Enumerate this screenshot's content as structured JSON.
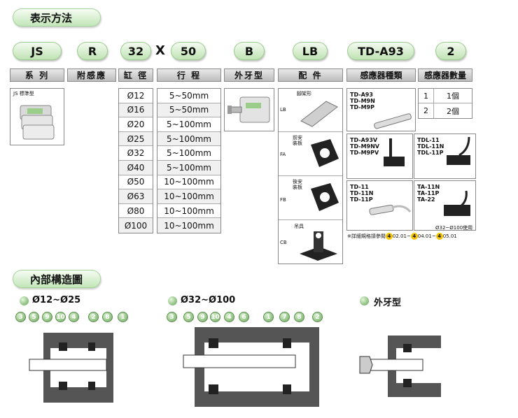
{
  "header": {
    "title": "表示方法"
  },
  "code": {
    "segments": [
      "JS",
      "R",
      "32",
      "50",
      "B",
      "LB",
      "TD-A93",
      "2"
    ],
    "x": "X"
  },
  "columns": [
    "系 列",
    "附感應",
    "缸 徑",
    "行 程",
    "外牙型",
    "配 件",
    "感應器種類",
    "感應器數量"
  ],
  "series": {
    "label": "JS 標準型"
  },
  "bores": [
    "Ø12",
    "Ø16",
    "Ø20",
    "Ø25",
    "Ø32",
    "Ø40",
    "Ø50",
    "Ø63",
    "Ø80",
    "Ø100"
  ],
  "strokes": [
    "5~50mm",
    "5~50mm",
    "5~100mm",
    "5~100mm",
    "5~100mm",
    "5~100mm",
    "10~100mm",
    "10~100mm",
    "10~100mm",
    "10~100mm"
  ],
  "accessories": [
    {
      "code": "LB",
      "name": "腳架形"
    },
    {
      "code": "FA",
      "name": "前安裝板"
    },
    {
      "code": "FB",
      "name": "後安裝板"
    },
    {
      "code": "CB",
      "name": "吊具"
    }
  ],
  "sensors": {
    "group1": [
      "TD-A93",
      "TD-M9N",
      "TD-M9P"
    ],
    "group2": [
      "TD-A93V",
      "TD-M9NV",
      "TD-M9PV"
    ],
    "group3": [
      "TDL-11",
      "TDL-11N",
      "TDL-11P"
    ],
    "group4": [
      "TD-11",
      "TD-11N",
      "TD-11P"
    ],
    "group5": [
      "TA-11N",
      "TA-11P",
      "TA-22"
    ],
    "group5_note": "Ø32~Ø100使用",
    "note_prefix": "※詳細規格請參閱",
    "refs": [
      "02.01",
      "04.01",
      "05.01"
    ],
    "ref_num": "4",
    "sep": "~"
  },
  "quantity": [
    {
      "n": "1",
      "label": "1個"
    },
    {
      "n": "2",
      "label": "2個"
    }
  ],
  "structure": {
    "title": "內部構造圖",
    "sub1": "Ø12~Ø25",
    "sub2": "Ø32~Ø100",
    "sub3": "外牙型",
    "markers1": [
      "3",
      "5",
      "9",
      "10",
      "4",
      "2",
      "8",
      "1"
    ],
    "markers2": [
      "3",
      "5",
      "9",
      "10",
      "4",
      "6",
      "1",
      "7",
      "8",
      "2"
    ]
  },
  "colors": {
    "accent": "#bfe3b4",
    "badge": "#f5c400"
  }
}
